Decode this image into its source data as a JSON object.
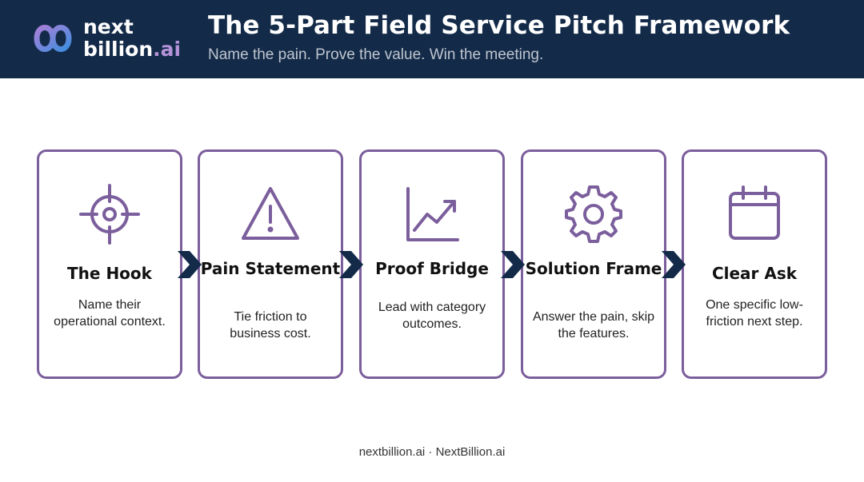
{
  "header": {
    "brand_line1": "next",
    "brand_line2": "billion",
    "brand_suffix": ".ai",
    "title": "The 5-Part Field Service Pitch Framework",
    "subtitle": "Name the pain. Prove the value. Win the meeting."
  },
  "steps": [
    {
      "icon": "crosshair-target-icon",
      "name": "The Hook",
      "desc": "Name their operational context."
    },
    {
      "icon": "warning-triangle-icon",
      "name": "Pain Statement",
      "desc": "Tie friction to business cost."
    },
    {
      "icon": "trend-chart-icon",
      "name": "Proof Bridge",
      "desc": "Lead with category outcomes."
    },
    {
      "icon": "gear-icon",
      "name": "Solution Frame",
      "desc": "Answer the pain, skip the features."
    },
    {
      "icon": "calendar-icon",
      "name": "Clear Ask",
      "desc": "One specific low-friction next step."
    }
  ],
  "footer": "nextbillion.ai · NextBillion.ai",
  "colors": {
    "header_bg": "#132a48",
    "card_border": "#7b5e9c",
    "icon_stroke": "#7b5e9c",
    "chevron": "#132a48"
  }
}
